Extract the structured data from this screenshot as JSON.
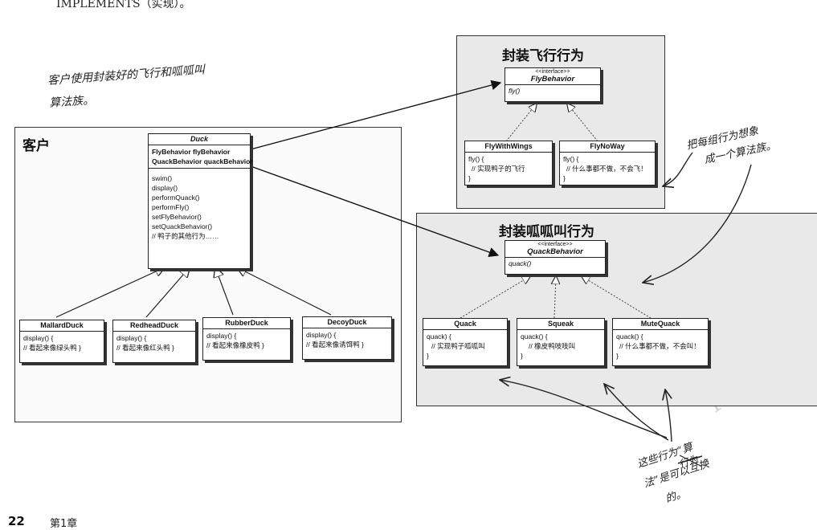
{
  "top_text": "IMPLEMENTS（实现）。",
  "notes": {
    "client_usage": [
      "客户使用封装好的飞行和呱呱叫",
      "算法族。"
    ],
    "algorithm_family": [
      "把每组行为想象",
      "成一个算法族。"
    ],
    "interchangeable": [
      "这些行为“算",
      "法”是可以互换",
      "的。"
    ],
    "crossed_word": "行为"
  },
  "regions": {
    "client": "客户",
    "fly": "封装飞行行为",
    "quack": "封装呱呱叫行为"
  },
  "duck": {
    "name": "Duck",
    "fields": [
      "FlyBehavior flyBehavior",
      "QuackBehavior quackBehavior"
    ],
    "methods": [
      "swim()",
      "display()",
      "performQuack()",
      "performFly()",
      "setFlyBehavior()",
      "setQuackBehavior()",
      "// 鸭子的其他行为……"
    ]
  },
  "subclasses": [
    {
      "name": "MallardDuck",
      "lines": [
        "display() {",
        "// 看起来像绿头鸭 }"
      ]
    },
    {
      "name": "RedheadDuck",
      "lines": [
        "display() {",
        "// 看起来像红头鸭 }"
      ]
    },
    {
      "name": "RubberDuck",
      "lines": [
        "display() {",
        "// 看起来像橡皮鸭 }"
      ]
    },
    {
      "name": "DecoyDuck",
      "lines": [
        "display() {",
        "// 看起来像诱饵鸭 }"
      ]
    }
  ],
  "fly_interface": {
    "stereotype": "<<interface>>",
    "name": "FlyBehavior",
    "method": "fly()"
  },
  "fly_impls": [
    {
      "name": "FlyWithWings",
      "lines": [
        "fly() {",
        "// 实现鸭子的飞行",
        "}"
      ]
    },
    {
      "name": "FlyNoWay",
      "lines": [
        "fly() {",
        "// 什么事都不做，不会飞！",
        "}"
      ]
    }
  ],
  "quack_interface": {
    "stereotype": "<<interface>>",
    "name": "QuackBehavior",
    "method": "quack()"
  },
  "quack_impls": [
    {
      "name": "Quack",
      "lines": [
        "quack) {",
        "// 实现鸭子呱呱叫",
        "}"
      ]
    },
    {
      "name": "Squeak",
      "lines": [
        "quack() {",
        "// 橡皮鸭吱吱叫",
        "}"
      ]
    },
    {
      "name": "MuteQuack",
      "lines": [
        "quack() {",
        "// 什么事都不做，不会叫！",
        "}"
      ]
    }
  ],
  "watermark": "PDG",
  "footer": {
    "page": "22",
    "chapter": "第1章"
  }
}
